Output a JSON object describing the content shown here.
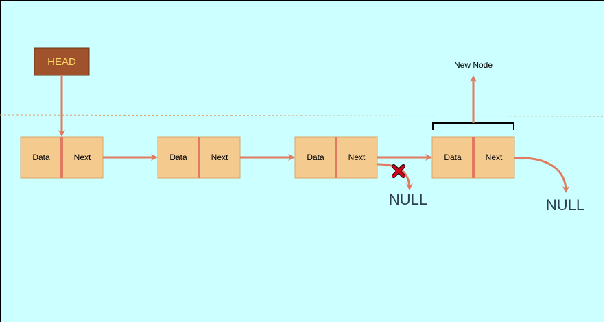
{
  "diagram": {
    "head_label": "HEAD",
    "new_node_label": "New Node",
    "null_labels": [
      "NULL",
      "NULL"
    ],
    "nodes": [
      {
        "data_label": "Data",
        "next_label": "Next"
      },
      {
        "data_label": "Data",
        "next_label": "Next"
      },
      {
        "data_label": "Data",
        "next_label": "Next"
      },
      {
        "data_label": "Data",
        "next_label": "Next"
      }
    ]
  },
  "colors": {
    "background": "#ccffff",
    "node_fill": "#f5ca8f",
    "node_border": "#d9a46a",
    "divider": "#e07b60",
    "arrow": "#e07b60",
    "head_fill": "#a0522d",
    "head_text": "#ffd966",
    "null_text": "#2c3e50",
    "cross": "#d0021b"
  }
}
